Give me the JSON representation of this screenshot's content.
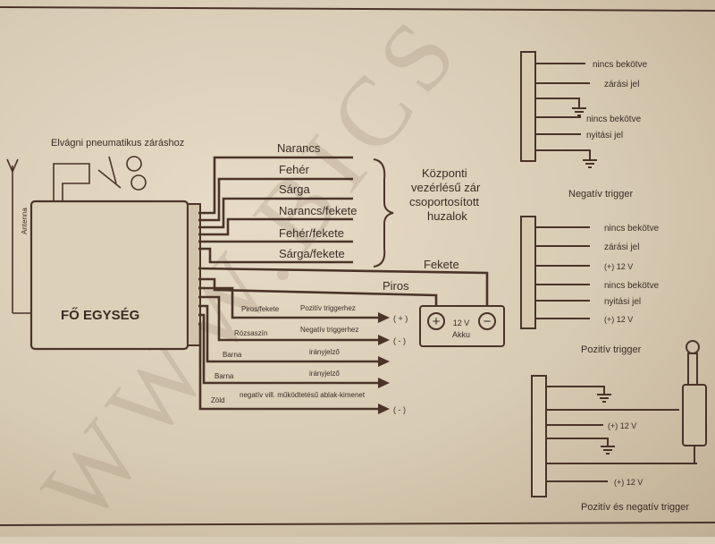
{
  "watermark": "WWW.BICS",
  "labels": {
    "cut_note": "Elvágni pneumatikus záráshoz",
    "antenna": "Antenna",
    "main_unit": "FŐ EGYSÉG",
    "central_group": [
      "Központi",
      "vezérlésű zár",
      "csoportosított",
      "huzalok"
    ],
    "black": "Fekete",
    "red": "Piros",
    "battery_v": "12 V",
    "battery": "Akku",
    "plus_sign": "+",
    "minus_sign": "−"
  },
  "wires": [
    "Narancs",
    "Fehér",
    "Sárga",
    "Narancs/fekete",
    "Fehér/fekete",
    "Sárga/fekete"
  ],
  "lower_wires": [
    {
      "color": "Piros/fekete",
      "desc": "Pozitív triggerhez",
      "sign": "( + )"
    },
    {
      "color": "Rózsaszín",
      "desc": "Negatív triggerhez",
      "sign": "( - )"
    },
    {
      "color": "Barna",
      "desc": "irányjelző",
      "sign": ""
    },
    {
      "color": "Barna",
      "desc": "irányjelző",
      "sign": ""
    },
    {
      "color": "Zöld",
      "desc": "negatív vill. működtetésű ablak-kimenet",
      "sign": "( - )"
    }
  ],
  "panel1": {
    "title": "Negatív trigger",
    "pins": [
      "nincs bekötve",
      "zárási jel",
      "nincs bekötve",
      "nyitási jel"
    ]
  },
  "panel2": {
    "title": "Pozitív trigger",
    "pins": [
      "nincs bekötve",
      "zárási jel",
      "(+)  12 V",
      "nincs bekötve",
      "nyitási jel",
      "(+)  12 V"
    ]
  },
  "panel3": {
    "title": "Pozitív és negatív trigger",
    "pins": [
      "(+)  12 V",
      "(+)  12 V"
    ]
  }
}
